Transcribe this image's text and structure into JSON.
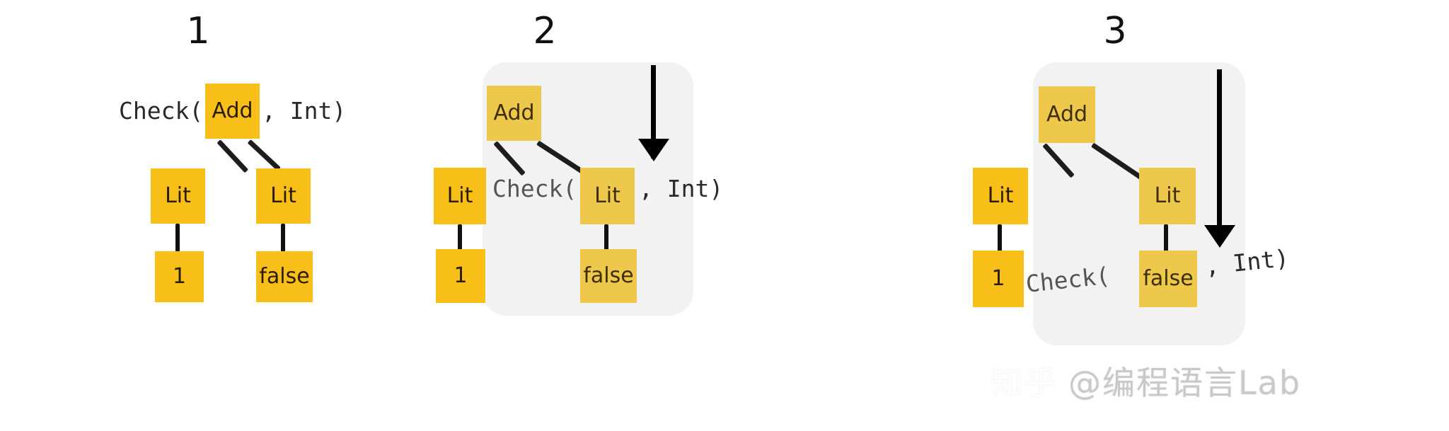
{
  "figure": {
    "title": "Type checking steps on an Add expression tree",
    "background_color": "#ffffff",
    "node_color": "#f7bf17",
    "node_color_faded": "#edc84a",
    "group_background_color": "#f2f2f2",
    "edge_color": "#1d1d1d",
    "arrow_color": "#000000",
    "code_color": "#2a2a2a"
  },
  "panels": [
    {
      "number": "1",
      "code": {
        "prefix": "Check(",
        "highlighted": "Add",
        "suffix": ", Int)"
      },
      "tree": {
        "root": "Add",
        "left": {
          "node": "Lit",
          "child": "1"
        },
        "right": {
          "node": "Lit",
          "child": "false"
        }
      },
      "has_group_highlight": false,
      "has_arrow": false
    },
    {
      "number": "2",
      "code": {
        "prefix": "Check(",
        "highlighted": "Lit",
        "suffix": ", Int)"
      },
      "tree": {
        "root": "Add",
        "left": {
          "node": "Lit",
          "child": "1"
        },
        "right": {
          "node": "Lit",
          "child": "false"
        }
      },
      "has_group_highlight": true,
      "has_arrow": true
    },
    {
      "number": "3",
      "code": {
        "prefix": "Check(",
        "highlighted": "false",
        "suffix": ", Int)"
      },
      "tree": {
        "root": "Add",
        "left": {
          "node": "Lit",
          "child": "1"
        },
        "right": {
          "node": "Lit",
          "child": "false"
        }
      },
      "has_group_highlight": true,
      "has_arrow": true
    }
  ],
  "watermark": {
    "site": "知乎",
    "handle": "@编程语言Lab"
  }
}
